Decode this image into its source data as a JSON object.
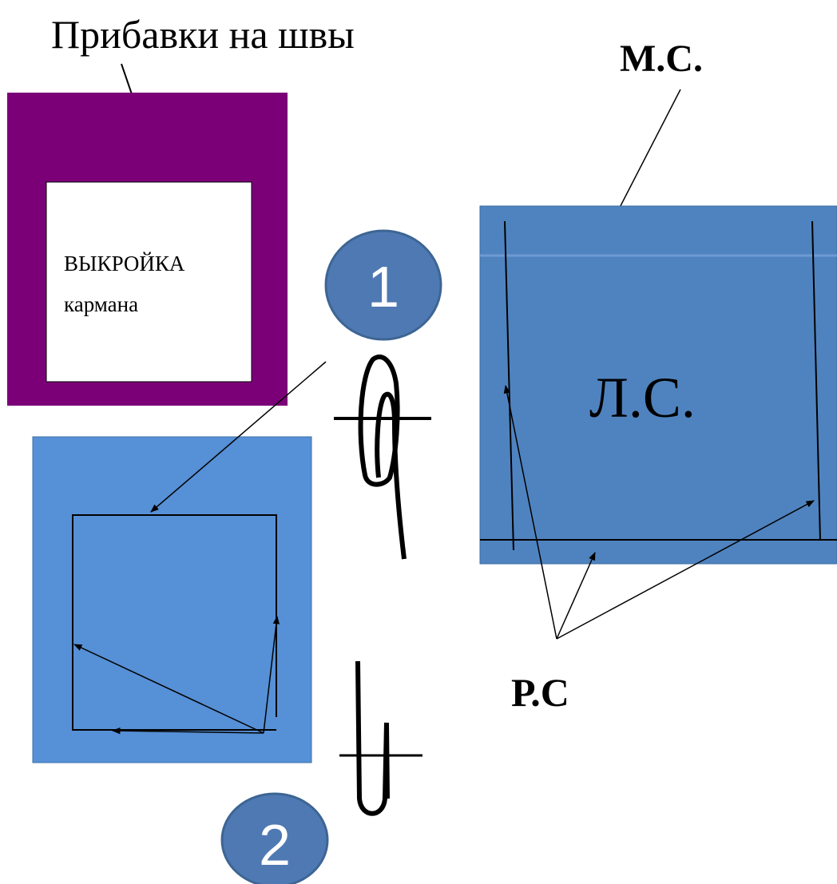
{
  "labels": {
    "seam_allowance": "Прибавки на швы",
    "pattern_line1": "ВЫКРОЙКА",
    "pattern_line2": "кармана",
    "wrong_side": "М.С.",
    "right_side": "Л.С.",
    "stitch_lines": "Р.С"
  },
  "markers": {
    "step1": "1",
    "step2": "2"
  },
  "colors": {
    "allowance_purple": "#7b0077",
    "fabric_blue_left": "#5690d6",
    "fabric_blue_right": "#4f83bf",
    "circle_fill": "#4f79b3",
    "circle_stroke": "#3d6594",
    "line": "#000000"
  }
}
